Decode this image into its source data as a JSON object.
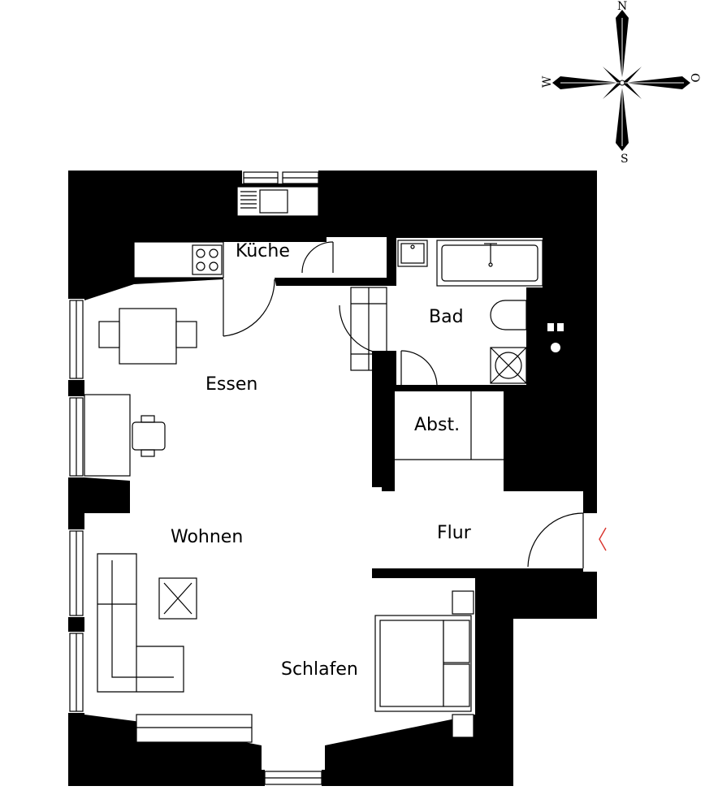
{
  "rooms": {
    "kueche": "Küche",
    "bad": "Bad",
    "essen": "Essen",
    "abst": "Abst.",
    "wohnen": "Wohnen",
    "flur": "Flur",
    "schlafen": "Schlafen"
  },
  "compass": {
    "north": "N",
    "east": "O",
    "south": "S",
    "west": "W"
  },
  "colors": {
    "wall": "#000000",
    "floor": "#ffffff",
    "entrance_marker": "#d9322b"
  }
}
